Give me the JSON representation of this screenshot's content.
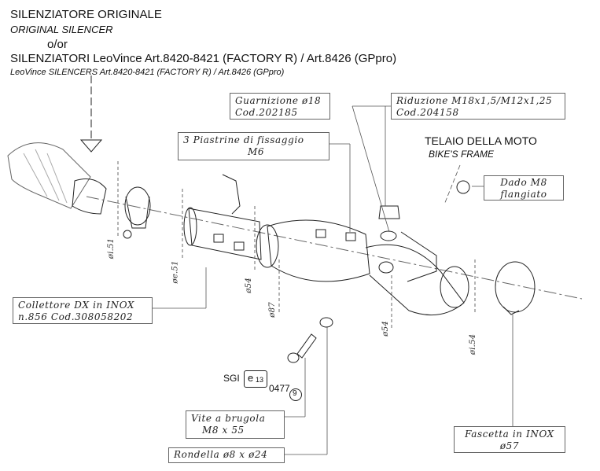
{
  "header": {
    "line1": "SILENZIATORE ORIGINALE",
    "line2": "ORIGINAL SILENCER",
    "line3": "o/or",
    "line4": "SILENZIATORI LeoVince Art.8420-8421 (FACTORY R) / Art.8426 (GPpro)",
    "line5": "LeoVince SILENCERS Art.8420-8421 (FACTORY R) / Art.8426 (GPpro)"
  },
  "callouts": {
    "gasket": {
      "line1": "Guarnizione ø18",
      "line2": "Cod.202185"
    },
    "reducer": {
      "line1": "Riduzione M18x1,5/M12x1,25",
      "line2": "Cod.204158"
    },
    "plates": {
      "line1": "3 Piastrine di fissaggio",
      "line2": "M6"
    },
    "frame": {
      "line1": "TELAIO DELLA MOTO",
      "line2": "BIKE'S FRAME"
    },
    "nut": {
      "line1": "Dado M8",
      "line2": "flangiato"
    },
    "manifold": {
      "line1": "Collettore DX in INOX",
      "line2": "n.856   Cod.308058202"
    },
    "screw": {
      "line1": "Vite a brugola",
      "line2": "M8 x 55"
    },
    "washer": {
      "line1": "Rondella ø8 x ø24"
    },
    "clamp": {
      "line1": "Fascetta in INOX",
      "line2": "ø57"
    }
  },
  "homologation": {
    "prefix": "SGI",
    "mark": "e",
    "mark_sub": "13",
    "number": "0477",
    "circle": "9"
  },
  "dimensions": {
    "d1": "øi.51",
    "d2": "øe.51",
    "d3": "ø54",
    "d4": "ø87",
    "d5": "ø54",
    "d6": "øi.54"
  }
}
